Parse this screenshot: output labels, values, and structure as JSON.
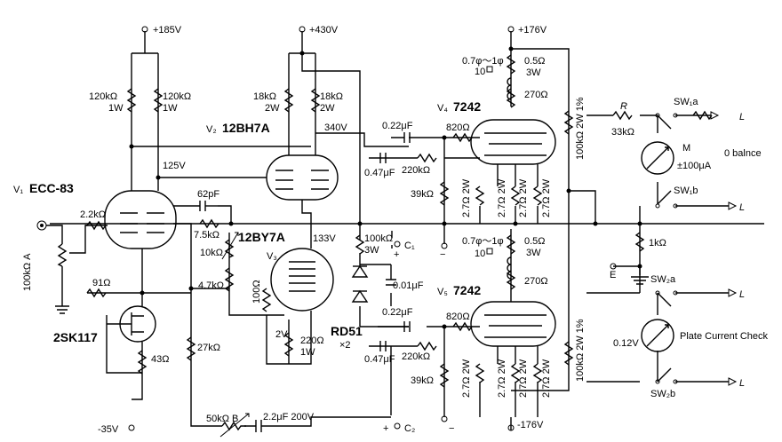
{
  "rails": {
    "plus185": "+185V",
    "plus430": "+430V",
    "plus176": "+176V",
    "minus176": "-176V",
    "minus35": "-35V",
    "v125": "125V",
    "v340": "340V",
    "v133": "133V",
    "v2v": "2V",
    "v012": "0.12V"
  },
  "tubes": {
    "v1_prefix": "V₁",
    "v1": "ECC-83",
    "v2_prefix": "V₂",
    "v2": "12BH7A",
    "v3_name": "12BY7A",
    "v3": "V₃",
    "v4_prefix": "V₄",
    "v4": "7242",
    "v5_prefix": "V₅",
    "v5": "7242",
    "fet": "2SK117",
    "diode": "RD51",
    "diode_count": "×2"
  },
  "parts": {
    "r120k_a": "120kΩ",
    "r1w_a": "1W",
    "r120k_b": "120kΩ",
    "r1w_b": "1W",
    "r18k_a": "18kΩ",
    "r2w_a": "2W",
    "r18k_b": "18kΩ",
    "r2w_b": "2W",
    "r22k": "2.2kΩ",
    "pot100k": "100kΩ A",
    "r91": "91Ω",
    "r43": "43Ω",
    "c62p": "62pF",
    "r75k": "7.5kΩ",
    "pot10k": "10kΩ",
    "r47k": "4.7kΩ",
    "r100": "100Ω",
    "r27k": "27kΩ",
    "pot50k": "50kΩ B",
    "c22u": "2.2μF 200V",
    "r220": "220Ω",
    "r220w": "1W",
    "r100k3w": "100kΩ",
    "r3w": "3W",
    "c1": "C₁",
    "c2": "C₂",
    "c001": "0.01μF",
    "c022a": "0.22μF",
    "c047a": "0.47μF",
    "r220ka": "220kΩ",
    "r39ka": "39kΩ",
    "r820a": "820Ω",
    "c022b": "0.22μF",
    "c047b": "0.47μF",
    "r220kb": "220kΩ",
    "r39kb": "39kΩ",
    "r820b": "820Ω",
    "wire_a": "0.7φ～1φ",
    "wire_a2": "10",
    "r05a": "0.5Ω",
    "r05a_w": "3W",
    "r270a": "270Ω",
    "wire_b": "0.7φ～1φ",
    "wire_b2": "10",
    "r05b": "0.5Ω",
    "r05b_w": "3W",
    "r270b": "270Ω",
    "r27_2w": "2.7Ω 2W",
    "r100k2w": "100kΩ 2W 1%",
    "rR": "R",
    "r33k": "33kΩ",
    "r1k": "1kΩ",
    "meter_m": "M",
    "meter_ua": "±100μA",
    "zero_bal": "0 balnce",
    "plate_check": "Plate Current Check",
    "sw1a": "SW₁a",
    "sw1b": "SW₁b",
    "sw2a": "SW₂a",
    "sw2b": "SW₂b",
    "out": "L",
    "ground_e": "E",
    "plus": "+",
    "minus": "−"
  }
}
